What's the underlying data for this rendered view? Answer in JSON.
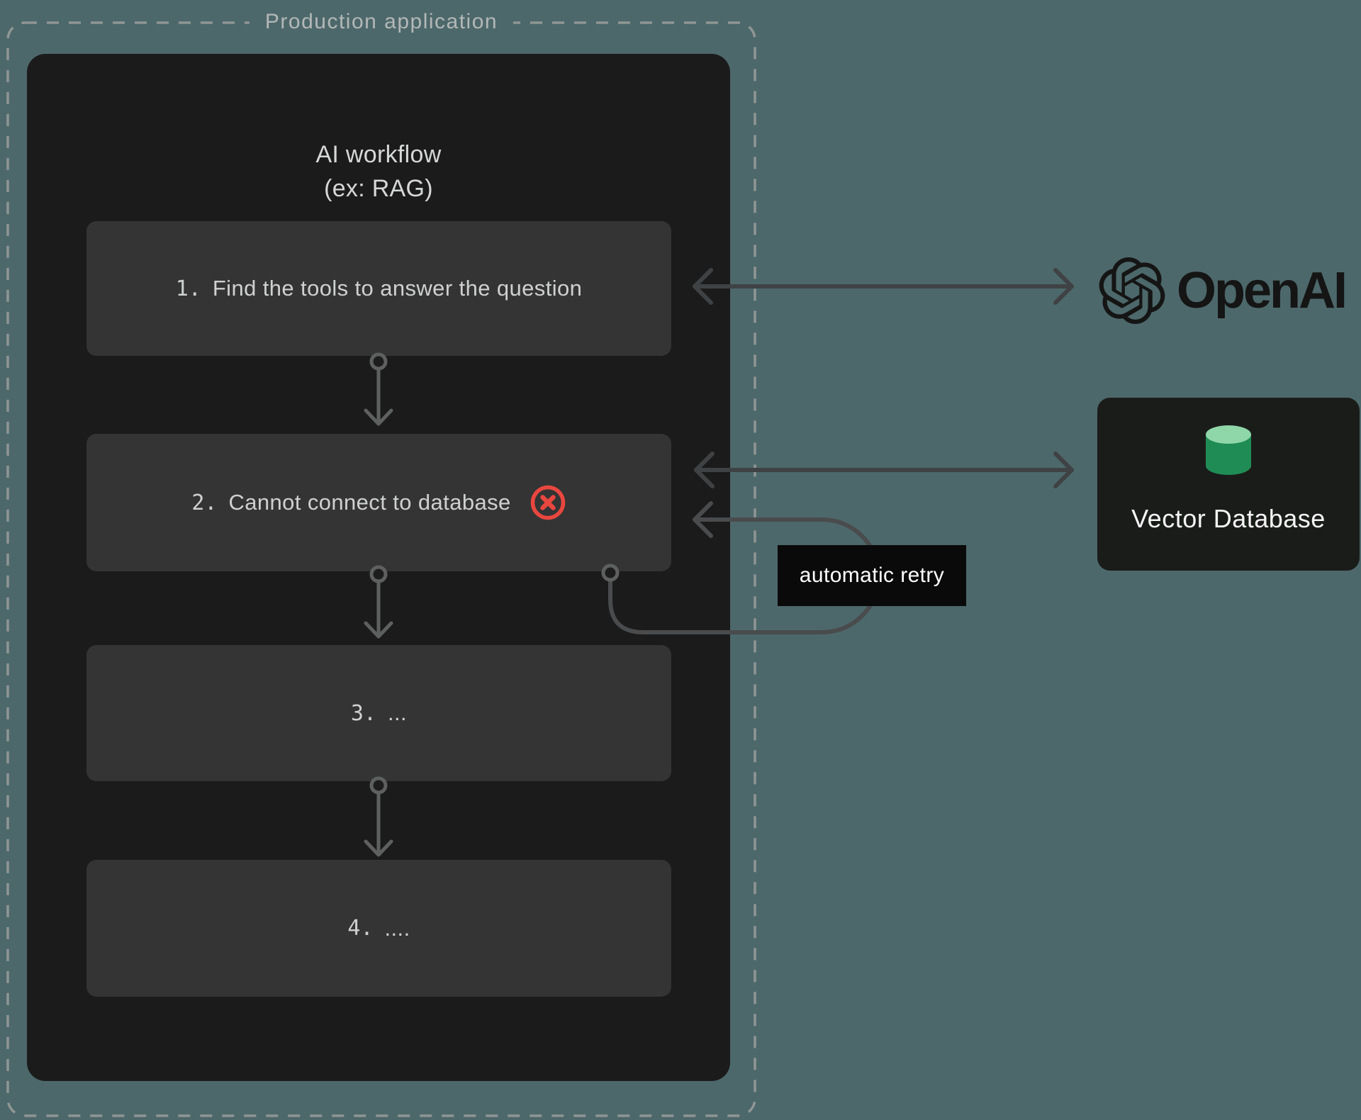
{
  "production_app": {
    "label": "Production application"
  },
  "workflow": {
    "title_line1": "AI workflow",
    "title_line2": "(ex: RAG)",
    "steps": [
      {
        "number": "1.",
        "text": "Find the tools to answer the question"
      },
      {
        "number": "2.",
        "text": "Cannot connect to database"
      },
      {
        "number": "3.",
        "text": "..."
      },
      {
        "number": "4.",
        "text": "...."
      }
    ]
  },
  "retry": {
    "label": "automatic retry"
  },
  "openai": {
    "label": "OpenAI"
  },
  "vector_db": {
    "label": "Vector Database"
  },
  "icons": {
    "openai_mark": "openai-flower-logo",
    "database_cylinder": "green-database-cylinder",
    "error_mark": "red-circle-x"
  },
  "colors": {
    "background": "#4d686b",
    "container_bg": "#1b1b1b",
    "step_bg": "#343434",
    "step_text": "#cfd1d0",
    "dashed_border": "#8f9694",
    "arrow_dark": "#3f4244",
    "connector_gray": "#5e605f",
    "retry_tag_bg": "#0a0a0a",
    "error_red": "#e8473f",
    "openai_black": "#141514",
    "vector_db_bg": "#1a1c1a",
    "cylinder_top": "#8fd6a8",
    "cylinder_body": "#1f8c55"
  }
}
